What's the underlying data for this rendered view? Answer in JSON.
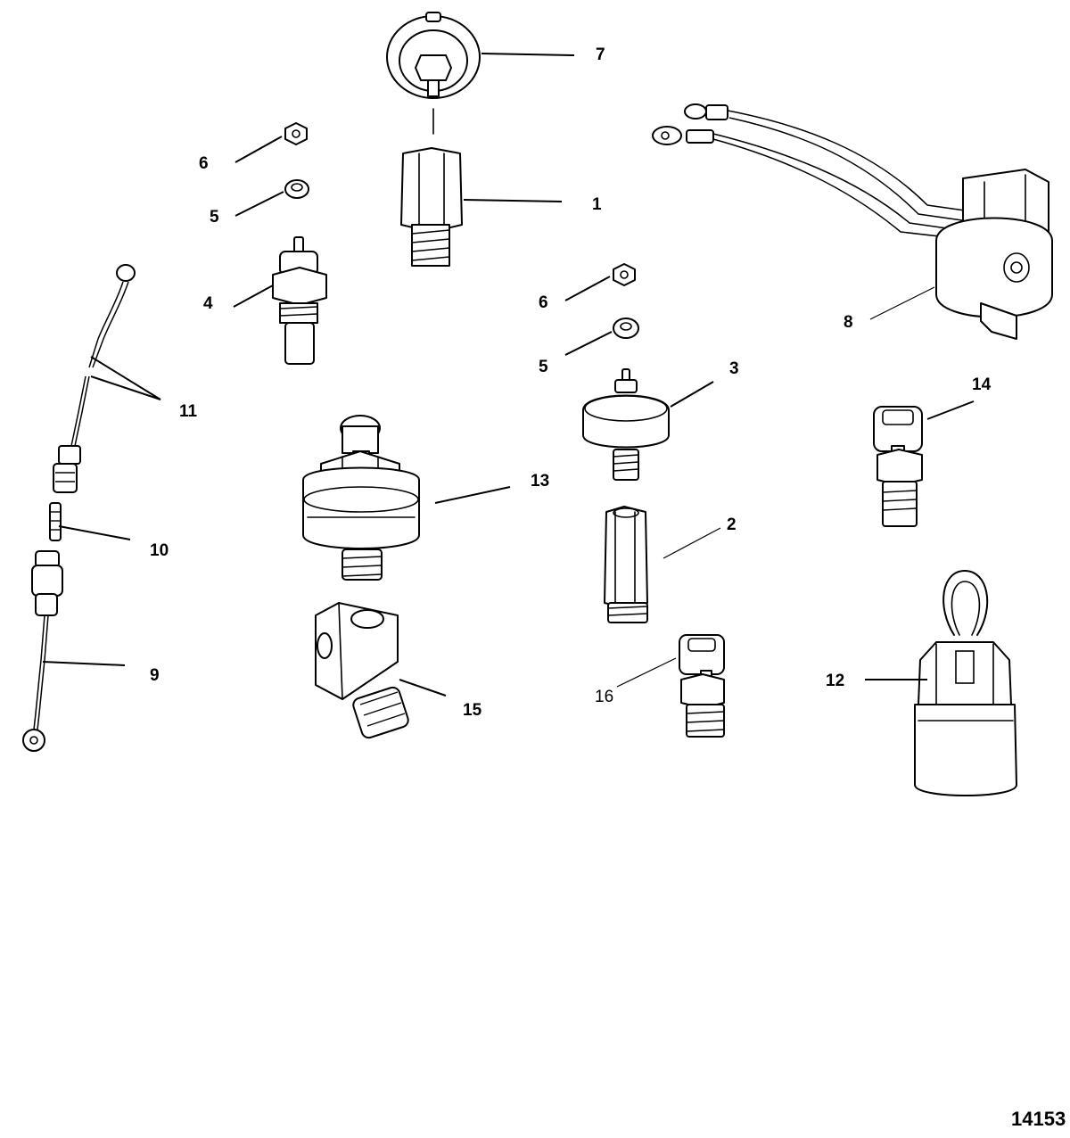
{
  "diagram": {
    "callouts": {
      "c1": "1",
      "c2": "2",
      "c3": "3",
      "c4": "4",
      "c5a": "5",
      "c5b": "5",
      "c6a": "6",
      "c6b": "6",
      "c7": "7",
      "c8": "8",
      "c9": "9",
      "c10": "10",
      "c11": "11",
      "c12": "12",
      "c13": "13",
      "c14": "14",
      "c15": "15",
      "c16": "16"
    },
    "figure_number": "14153"
  }
}
